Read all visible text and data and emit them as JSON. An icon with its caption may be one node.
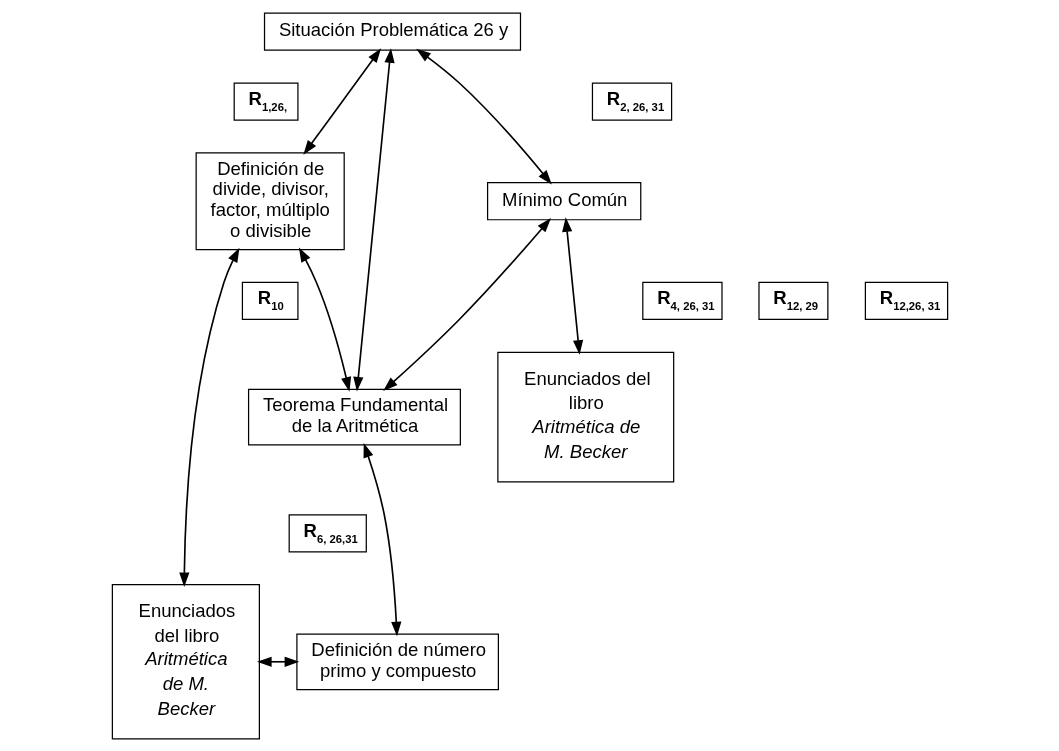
{
  "diagram": {
    "nodes": [
      {
        "text": [
          "Situación Problemática 26 y"
        ]
      },
      {
        "text": [
          "R$_{1,26,}$"
        ]
      },
      {
        "text": [
          "R$_{2, 26, 31}$"
        ]
      },
      {
        "text": [
          "Definición de divide, divisor, factor, múltiplo o divisible"
        ]
      },
      {
        "text": [
          "R$_{10}$"
        ]
      },
      {
        "text": [
          "R$_{4, 26, 31}$"
        ]
      },
      {
        "text": [
          "Mínimo Común"
        ]
      },
      {
        "text": [
          "R$_{12, 29}$"
        ]
      },
      {
        "text": [
          "R$_{12,26, 31}$"
        ]
      },
      {
        "text": [
          "Teorema Fundamental de la Aritmética"
        ]
      },
      {
        "text": [
          "Enunciados del libro *Aritmética de M. Becker*"
        ]
      },
      {
        "text": [
          "Enunciados del libro *Aritmética de M. Becker*"
        ]
      },
      {
        "text": [
          "R$_{6, 26,31}$"
        ]
      },
      {
        "text": [
          "Definición de número primo y compuesto"
        ]
      }
    ],
    "edges": [
      {
        "from": 0,
        "to": 3,
        "arrow": "both"
      },
      {
        "from": 0,
        "to": 9,
        "arrow": "both"
      },
      {
        "from": 0,
        "to": 6,
        "arrow": "both"
      },
      {
        "from": 3,
        "to": 9,
        "arrow": "both"
      },
      {
        "from": 6,
        "to": 9,
        "arrow": "both"
      },
      {
        "from": 6,
        "to": 10,
        "arrow": "both"
      },
      {
        "from": 3,
        "to": 11,
        "arrow": "both"
      },
      {
        "from": 9,
        "to": 13,
        "arrow": "both"
      },
      {
        "from": 11,
        "to": 13,
        "arrow": "both"
      }
    ]
  }
}
